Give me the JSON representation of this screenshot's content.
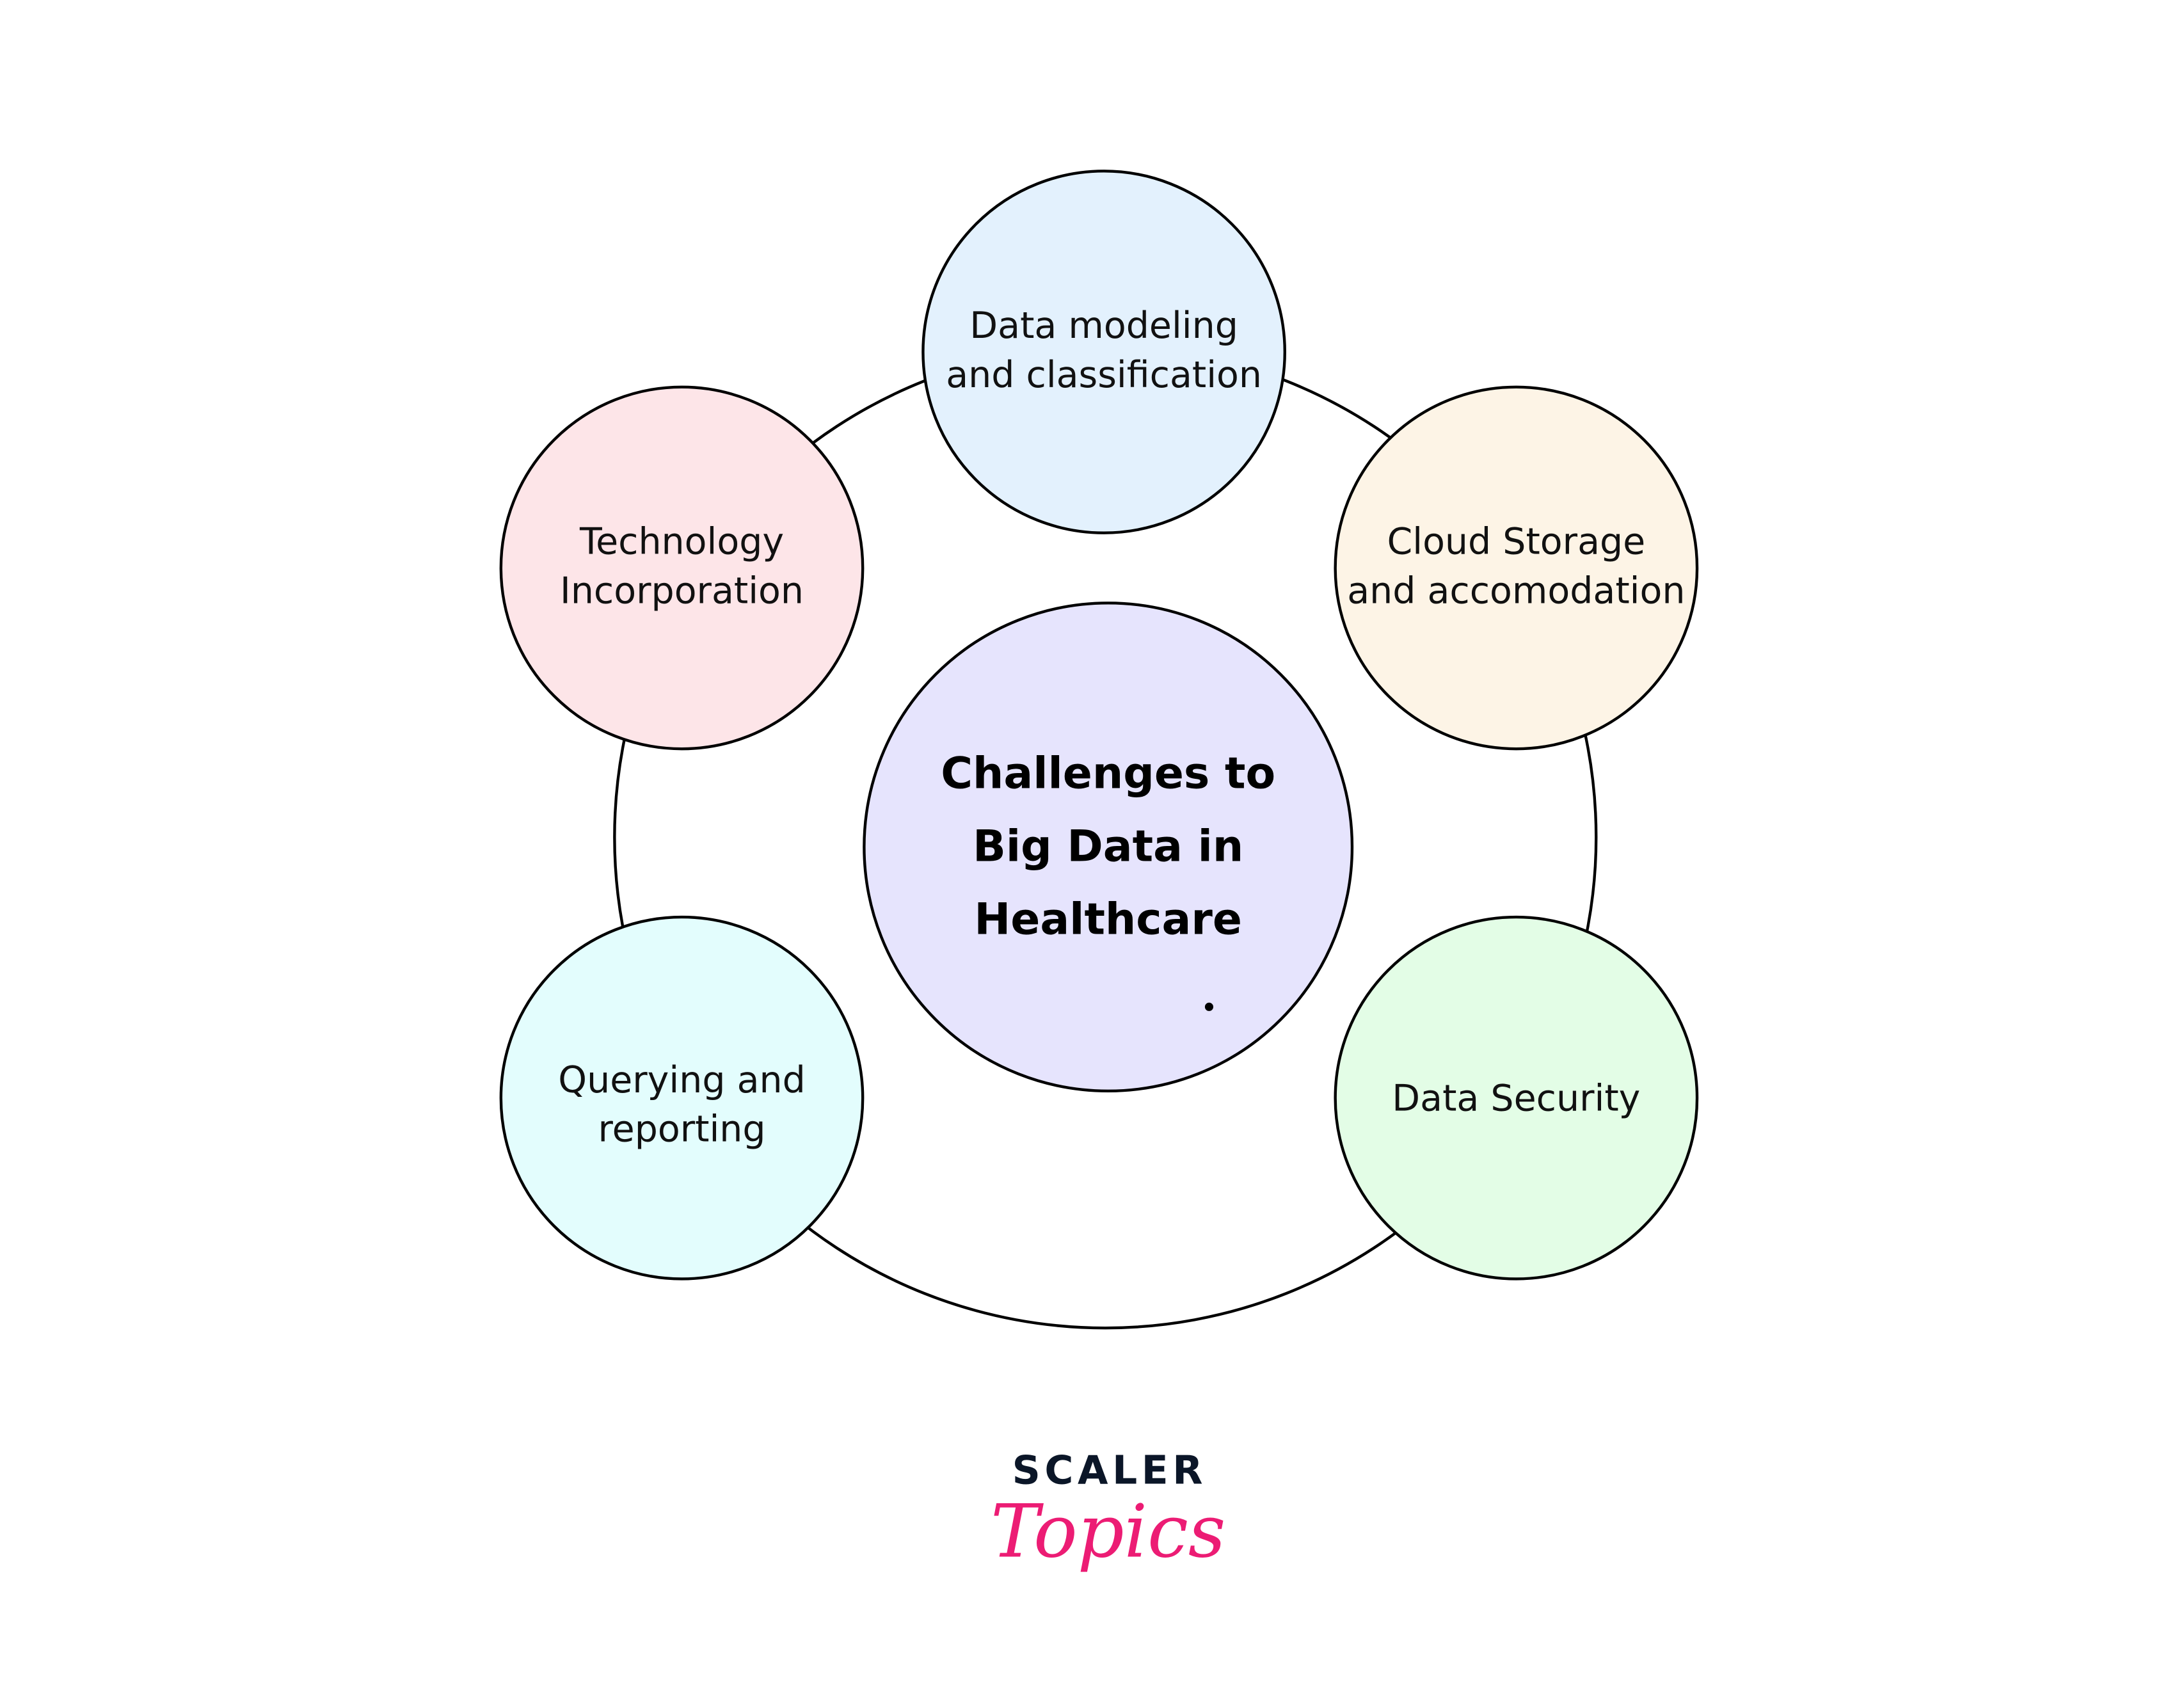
{
  "diagram": {
    "center": {
      "lines": [
        "Challenges to",
        "Big Data in",
        "Healthcare"
      ],
      "color": "#e6e4fd"
    },
    "nodes": [
      {
        "lines": [
          "Data modeling",
          "and classification"
        ],
        "color": "#e3f1fd"
      },
      {
        "lines": [
          "Cloud Storage",
          "and accomodation"
        ],
        "color": "#fdf4e6"
      },
      {
        "lines": [
          "Data Security"
        ],
        "color": "#e3fde6"
      },
      {
        "lines": [
          "Querying and",
          "reporting"
        ],
        "color": "#e3fdfd"
      },
      {
        "lines": [
          "Technology",
          "Incorporation"
        ],
        "color": "#fde5e8"
      }
    ]
  },
  "logo": {
    "top": "SCALER",
    "bottom": "Topics",
    "top_color": "#0b1628",
    "bottom_color": "#ec1c74"
  }
}
